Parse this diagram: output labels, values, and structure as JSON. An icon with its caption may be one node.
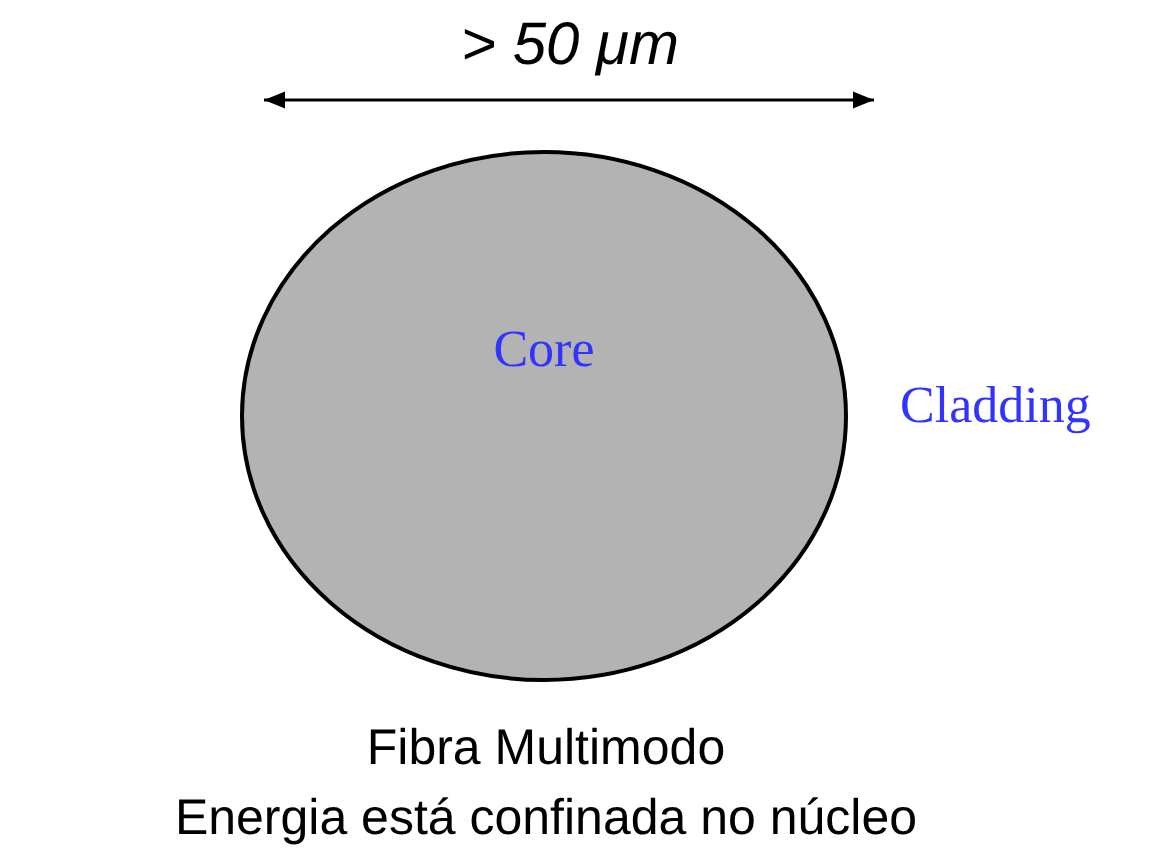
{
  "diagram": {
    "nodes": [
      {
        "text": [
          "Core"
        ]
      }
    ],
    "labels": [
      "> 50 μm",
      "Cladding",
      "Fibra Multimodo",
      "Energia está confinada no núcleo"
    ]
  }
}
